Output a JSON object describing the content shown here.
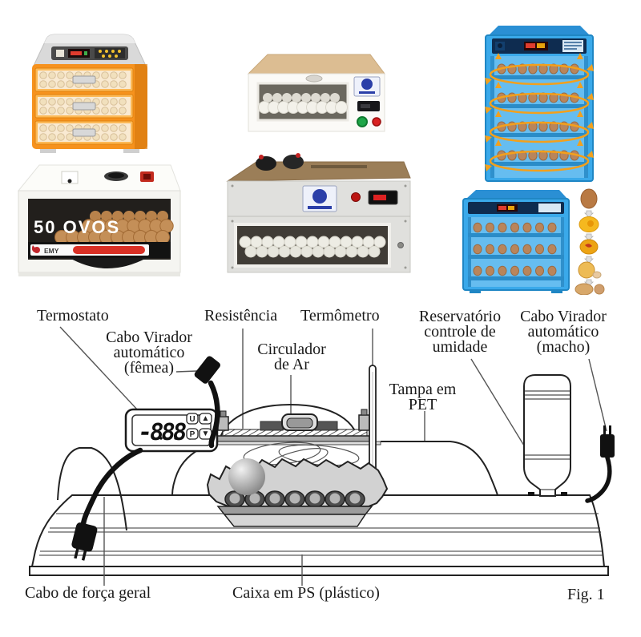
{
  "figure": {
    "caption": "Fig. 1",
    "labels": {
      "termostato": "Termostato",
      "cabo_virador_femea": "Cabo Virador\nautomático\n(fêmea)",
      "resistencia": "Resistência",
      "circulador_de_ar": "Circulador\nde Ar",
      "termometro": "Termômetro",
      "tampa_pet": "Tampa em\nPET",
      "reservatorio_umidade": "Reservatório\ncontrole de\numidade",
      "cabo_virador_macho": "Cabo Virador\nautomático\n(macho)",
      "cabo_forca_geral": "Cabo de força geral",
      "caixa_ps": "Caixa em PS (plástico)"
    },
    "thermostat_display": {
      "value": "-888",
      "buttons": [
        "U",
        "▲",
        "P",
        "▼"
      ]
    }
  },
  "products": {
    "incubator_50_ovos": {
      "capacity_text": "50 OVOS",
      "brand": "EMY"
    }
  },
  "colors": {
    "diagram_line": "#222222",
    "orange_incubator": "#f6921e",
    "blue_incubator": "#3aa9ea",
    "egg_brown": "#b9855b",
    "arrow_orange": "#f3a01c"
  }
}
